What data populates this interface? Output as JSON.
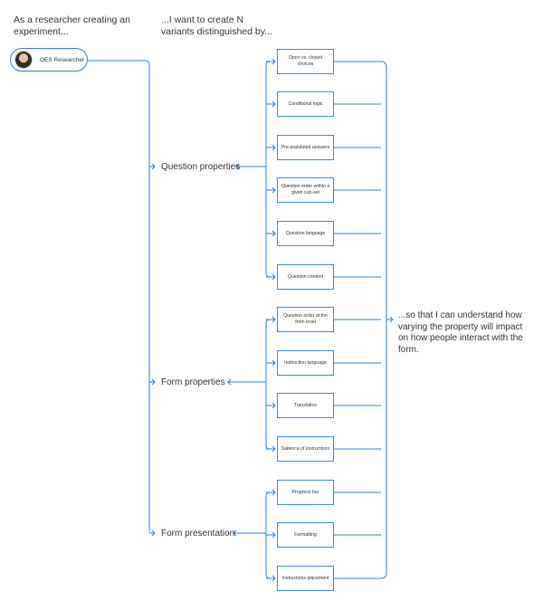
{
  "headers": {
    "researcher": "As a researcher creating an experiment...",
    "variants": "...I want to create N variants distinguished by...",
    "outcome": "...so that I can understand how varying the property will impact on how people interact with the form."
  },
  "persona": {
    "label": "OES Researcher",
    "icon": "avatar-photo"
  },
  "categories": [
    {
      "label": "Question properties",
      "items": [
        "Open vs. closed choices",
        "Conditional logic",
        "Pre-populated answers",
        "Question order within a given sub-set",
        "Question language",
        "Question content"
      ]
    },
    {
      "label": "Form properties",
      "items": [
        "Question order at the form level",
        "Instruction language",
        "Translation",
        "Sailence of instructions"
      ]
    },
    {
      "label": "Form presentation",
      "items": [
        "Progress bar",
        "Formatting",
        "Instructions placement"
      ]
    }
  ],
  "colors": {
    "connector": "#2d7fd3",
    "text": "#333333",
    "background": "#ffffff"
  }
}
